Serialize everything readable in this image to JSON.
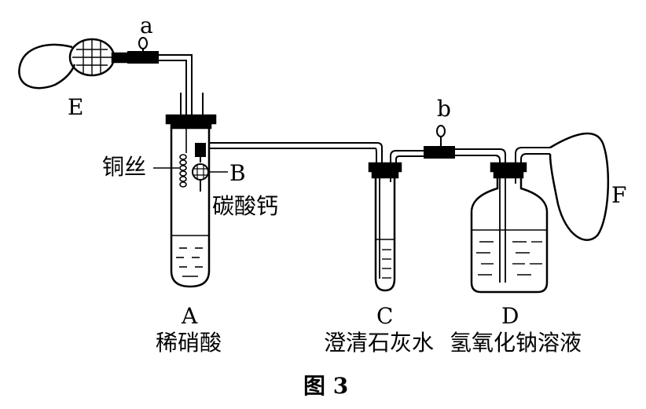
{
  "labels": {
    "valve_a": "a",
    "valve_b": "b",
    "bulb_E": "E",
    "bag_F": "F",
    "copper_wire": "铜丝",
    "mesh_B": "B",
    "calcium_carbonate": "碳酸钙",
    "letter_A": "A",
    "dilute_nitric_acid": "稀硝酸",
    "letter_C": "C",
    "limewater": "澄清石灰水",
    "letter_D": "D",
    "naoh_solution": "氢氧化钠溶液",
    "figure_caption": "图 3"
  }
}
